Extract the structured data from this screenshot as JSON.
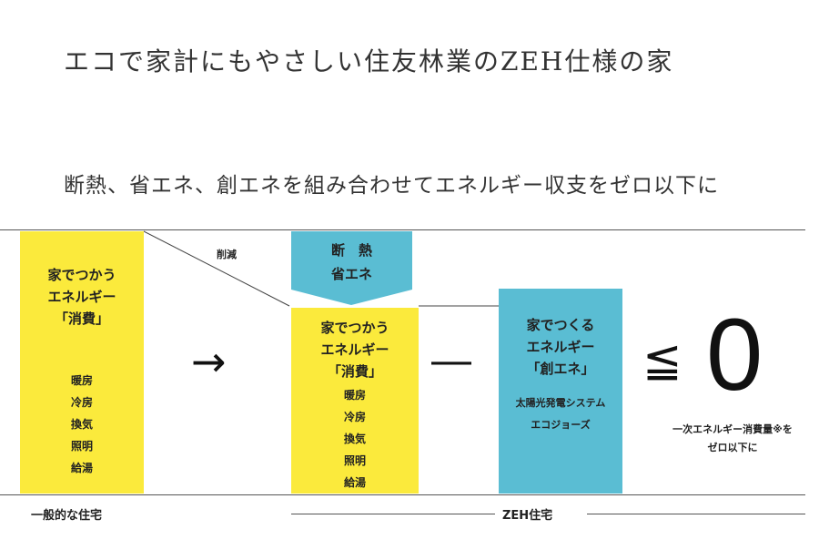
{
  "title": "エコで家計にもやさしい住友林業のZEH仕様の家",
  "subtitle": "断熱、省エネ、創エネを組み合わせてエネルギー収支をゼロ以下に",
  "reduction_label": "削減",
  "general_box": {
    "heading": [
      "家でつかう",
      "エネルギー",
      "「消費」"
    ],
    "items": [
      "暖房",
      "冷房",
      "換気",
      "照明",
      "給湯"
    ]
  },
  "insulation_box": {
    "lines": [
      "断　熱",
      "省エネ"
    ]
  },
  "zeh_consume_box": {
    "heading": [
      "家でつかう",
      "エネルギー",
      "「消費」"
    ],
    "items": [
      "暖房",
      "冷房",
      "換気",
      "照明",
      "給湯"
    ]
  },
  "create_box": {
    "heading": [
      "家でつくる",
      "エネルギー",
      "「創エネ」"
    ],
    "items": [
      "太陽光発電システム",
      "エコジョーズ"
    ]
  },
  "operators": {
    "arrow": "→",
    "minus": "―",
    "leq": "≦",
    "zero": "0"
  },
  "result_note": [
    "一次エネルギー消費量※を",
    "ゼロ以下に"
  ],
  "footer": {
    "general_house": "一般的な住宅",
    "zeh_house": "ZEH住宅"
  },
  "colors": {
    "yellow": "#fbea3c",
    "cyan": "#5abdd3"
  }
}
